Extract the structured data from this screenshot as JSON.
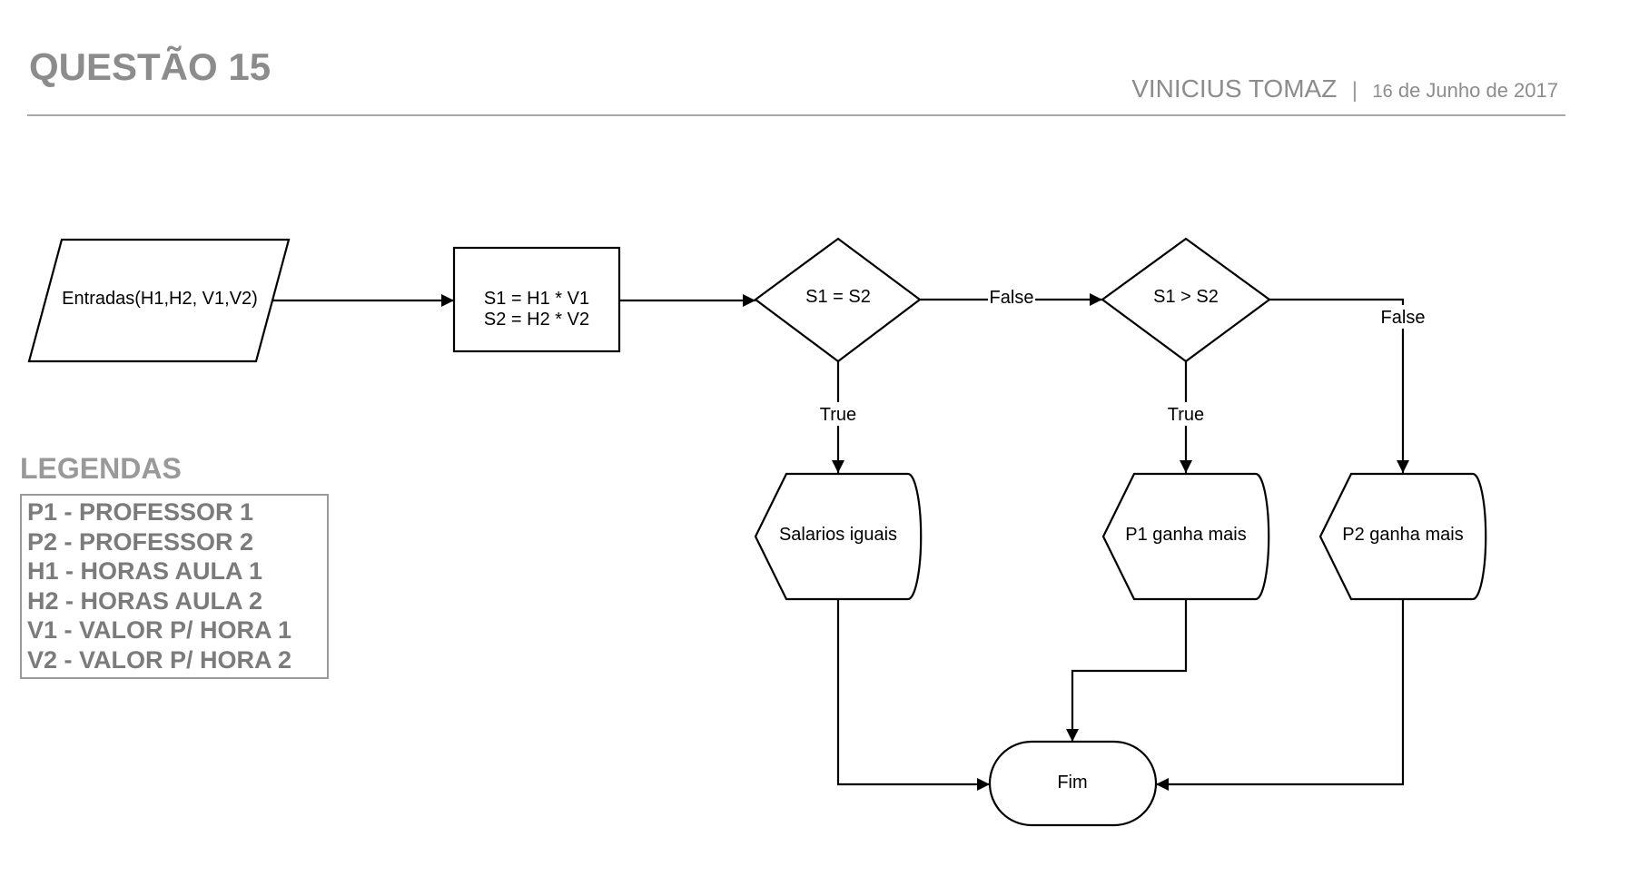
{
  "header": {
    "title": "QUESTÃO 15",
    "author": "VINICIUS TOMAZ",
    "separator": "|",
    "date_day": "16",
    "date_rest": "de Junho de 2017"
  },
  "legend": {
    "title": "LEGENDAS",
    "items": [
      "P1 - PROFESSOR 1",
      "P2 - PROFESSOR 2",
      "H1 - HORAS AULA 1",
      "H2 - HORAS AULA 2",
      "V1 - VALOR P/ HORA 1",
      "V2 - VALOR P/ HORA 2"
    ]
  },
  "flowchart": {
    "input": "Entradas(H1,H2, V1,V2)",
    "process_line1": "S1 = H1 * V1",
    "process_line2": "S2 = H2 * V2",
    "decision1": "S1 = S2",
    "decision2": "S1 > S2",
    "output_equal": "Salarios iguais",
    "output_p1": "P1 ganha mais",
    "output_p2": "P2 ganha mais",
    "end": "Fim",
    "label_true": "True",
    "label_false": "False"
  }
}
